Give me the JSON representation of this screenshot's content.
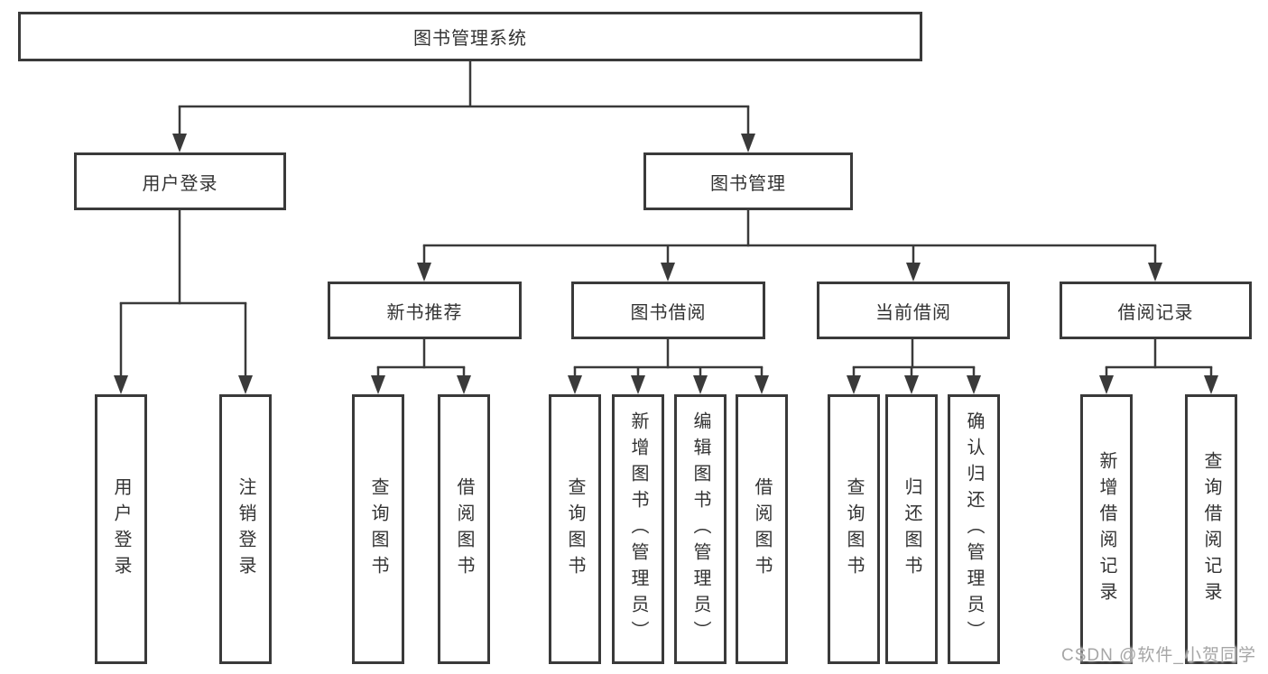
{
  "tree": {
    "label": "图书管理系统",
    "children": [
      {
        "label": "用户登录",
        "children": [
          {
            "label": "用户登录"
          },
          {
            "label": "注销登录"
          }
        ]
      },
      {
        "label": "图书管理",
        "children": [
          {
            "label": "新书推荐",
            "children": [
              {
                "label": "查询图书"
              },
              {
                "label": "借阅图书"
              }
            ]
          },
          {
            "label": "图书借阅",
            "children": [
              {
                "label": "查询图书"
              },
              {
                "label": "新增图书（管理员）"
              },
              {
                "label": "编辑图书（管理员）"
              },
              {
                "label": "借阅图书"
              }
            ]
          },
          {
            "label": "当前借阅",
            "children": [
              {
                "label": "查询图书"
              },
              {
                "label": "归还图书"
              },
              {
                "label": "确认归还（管理员）"
              }
            ]
          },
          {
            "label": "借阅记录",
            "children": [
              {
                "label": "新增借阅记录"
              },
              {
                "label": "查询借阅记录"
              }
            ]
          }
        ]
      }
    ]
  },
  "watermark": "CSDN @软件_小贺同学",
  "colors": {
    "line": "#3a3a3a",
    "text": "#333333",
    "watermark": "#a6a6a6",
    "background": "#ffffff"
  }
}
